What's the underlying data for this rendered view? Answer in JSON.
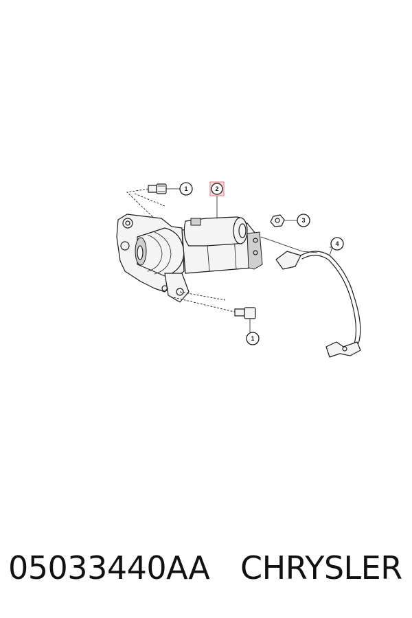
{
  "footer": {
    "part_number": "05033440AA",
    "brand": "CHRYSLER"
  },
  "callouts": [
    {
      "id": "callout-1-top",
      "label": "1"
    },
    {
      "id": "callout-2",
      "label": "2"
    },
    {
      "id": "callout-3",
      "label": "3"
    },
    {
      "id": "callout-4",
      "label": "4"
    },
    {
      "id": "callout-1-bottom",
      "label": "1"
    }
  ],
  "colors": {
    "line": "#1a1a1a",
    "highlight_fill": "#f7d9da",
    "highlight_stroke": "#e88a8f"
  }
}
